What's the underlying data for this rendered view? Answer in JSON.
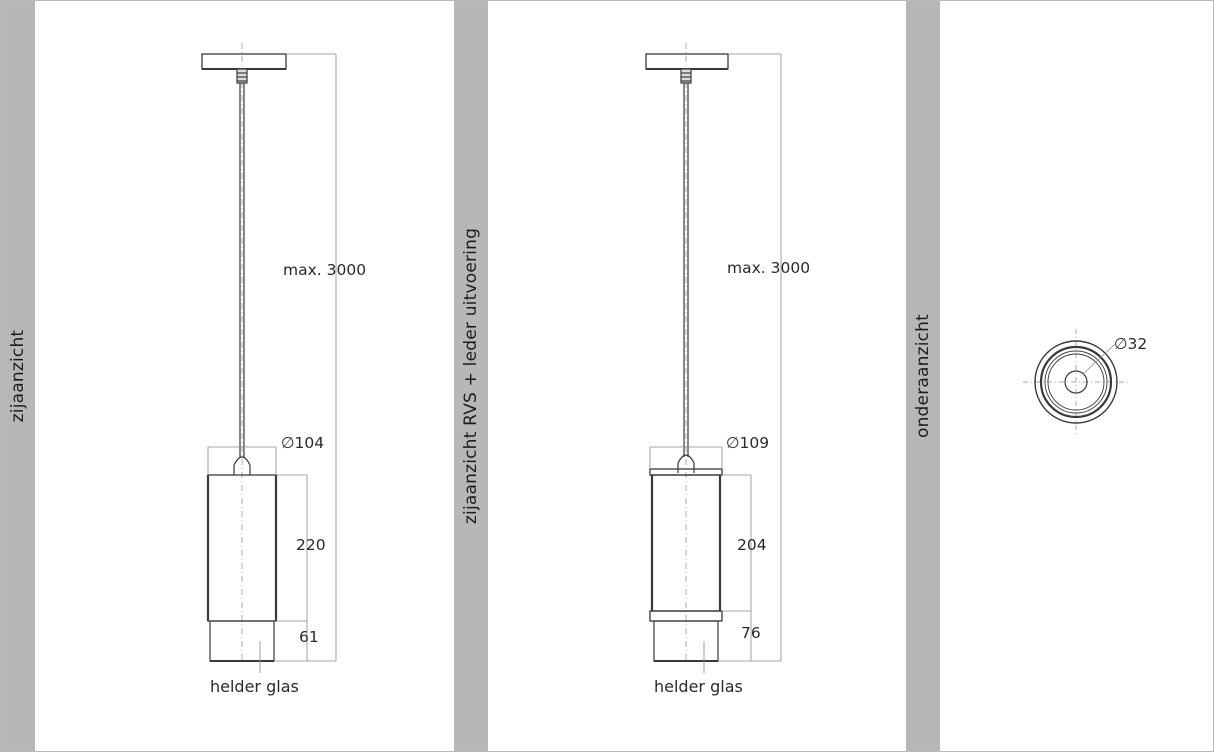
{
  "views": [
    {
      "label": "zijaanzicht",
      "dims": {
        "height_total": "max. 3000",
        "diameter": "∅104",
        "upper": "220",
        "lower": "61"
      },
      "material_label": "helder glas"
    },
    {
      "label": "zijaanzicht RVS + leder uitvoering",
      "dims": {
        "height_total": "max. 3000",
        "diameter": "∅109",
        "upper": "204",
        "lower": "76"
      },
      "material_label": "helder glas"
    },
    {
      "label": "onderaanzicht",
      "dims": {
        "diameter": "∅32"
      }
    }
  ],
  "colors": {
    "band": "#b7b7b9",
    "line": "#3a3a3a",
    "dim_line": "#8a8a8a"
  }
}
